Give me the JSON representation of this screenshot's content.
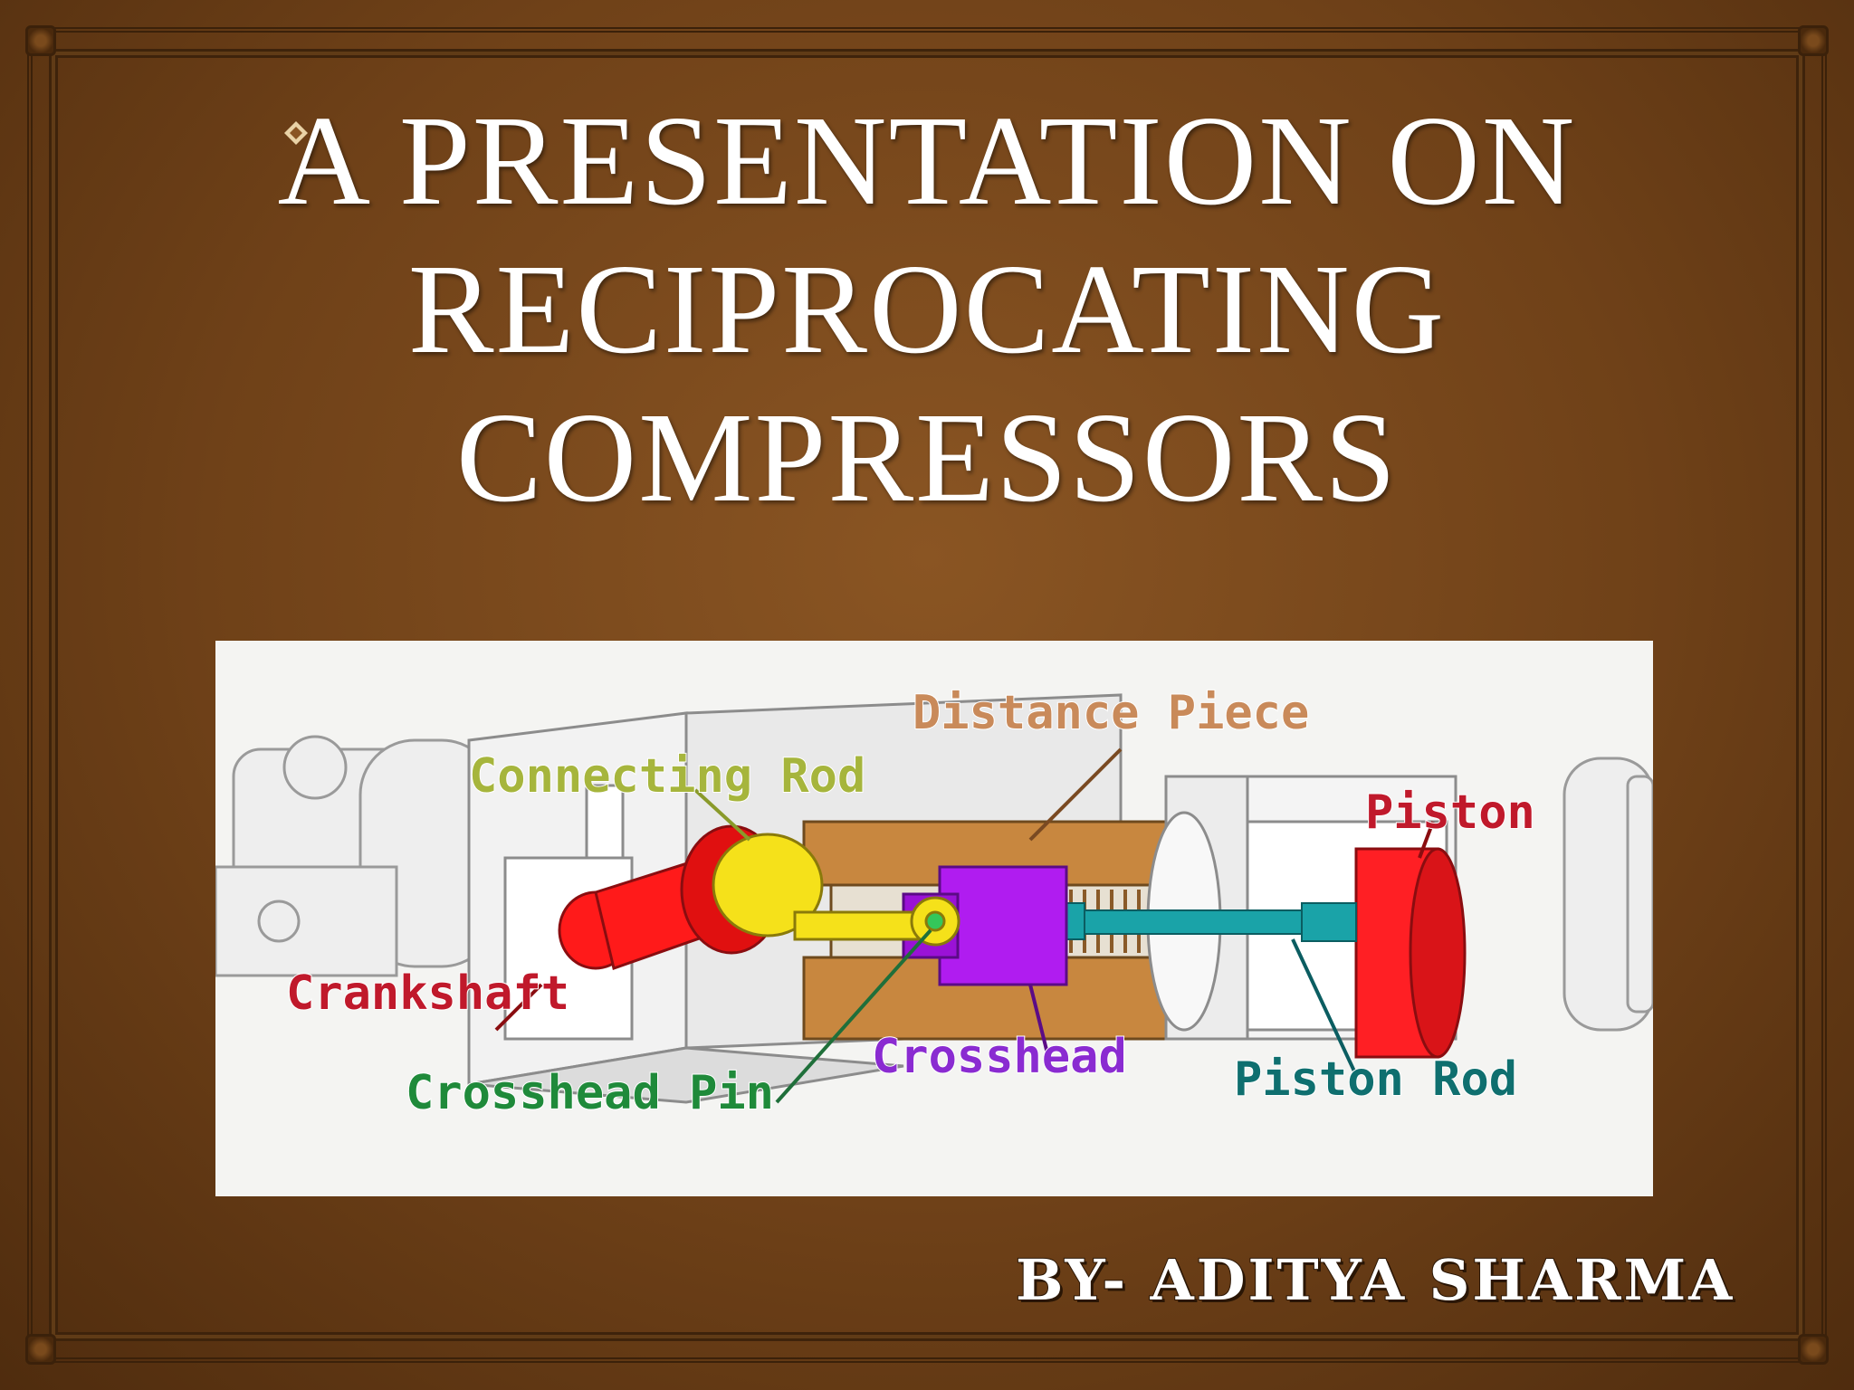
{
  "slide": {
    "title_lines": [
      "A PRESENTATION ON",
      "RECIPROCATING",
      "COMPRESSORS"
    ],
    "author": "BY-   ADITYA SHARMA",
    "colors": {
      "background": "#6f4118",
      "title_text": "#ffffff",
      "diagram_background": "#f4f4f2"
    },
    "bullet_icon": "diamond-bullet-icon"
  },
  "diagram": {
    "labels": {
      "distance_piece": "Distance Piece",
      "connecting_rod": "Connecting Rod",
      "piston": "Piston",
      "crankshaft": "Crankshaft",
      "crosshead": "Crosshead",
      "crosshead_pin": "Crosshead Pin",
      "piston_rod": "Piston Rod"
    },
    "label_colors": {
      "distance_piece": "#c98a5a",
      "connecting_rod": "#a6b53c",
      "piston": "#c0192b",
      "crankshaft": "#c0192b",
      "crosshead": "#8a2bd1",
      "crosshead_pin": "#1f8a3a",
      "piston_rod": "#0f6f6f"
    },
    "part_colors": {
      "crankshaft": "#ff1a1a",
      "connecting_rod": "#f5e11a",
      "crosshead": "#b01cf0",
      "piston_rod": "#1aa3a8",
      "piston": "#ff1f24",
      "distance_piece": "#c8873f"
    }
  }
}
